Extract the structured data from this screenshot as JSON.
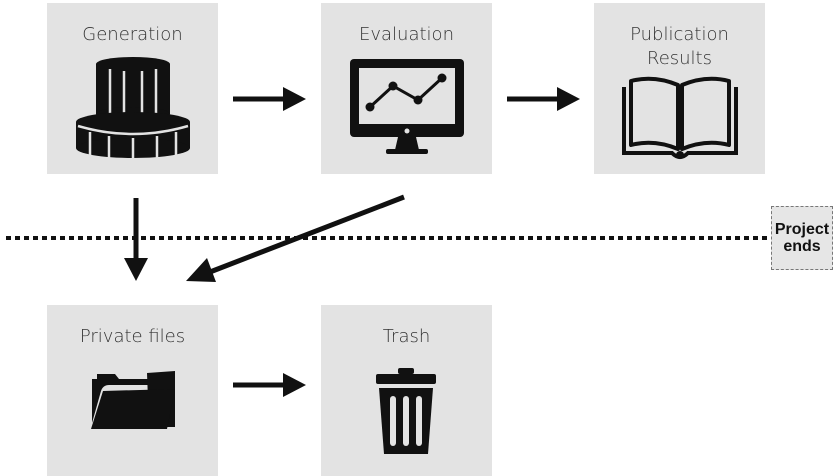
{
  "boxes": {
    "generation": {
      "label": "Generation",
      "icon": "cylinder-stack-icon"
    },
    "evaluation": {
      "label": "Evaluation",
      "icon": "monitor-chart-icon"
    },
    "publication": {
      "label_line1": "Publication",
      "label_line2": "Results",
      "icon": "open-book-icon"
    },
    "private_files": {
      "label": "Private files",
      "icon": "folder-icon"
    },
    "trash": {
      "label": "Trash",
      "icon": "trash-can-icon"
    }
  },
  "project_end": {
    "line1": "Project",
    "line2": "ends"
  },
  "colors": {
    "box_bg": "#e3e3e3",
    "ink": "#111111",
    "text": "#333333"
  }
}
